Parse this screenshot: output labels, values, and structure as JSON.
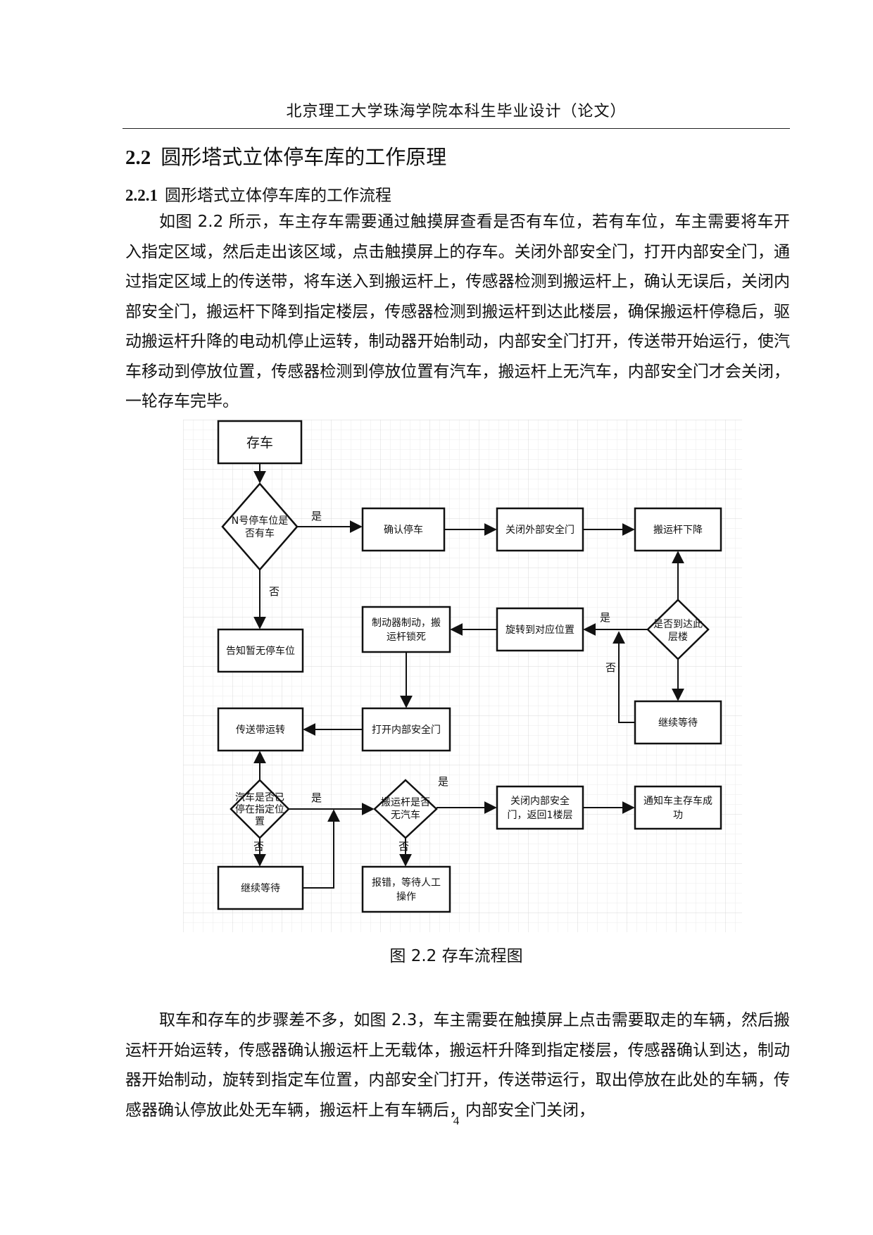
{
  "header": {
    "title": "北京理工大学珠海学院本科生毕业设计（论文）"
  },
  "section": {
    "number": "2.2",
    "title": "圆形塔式立体停车库的工作原理"
  },
  "subsection": {
    "number": "2.2.1",
    "title": "圆形塔式立体停车库的工作流程"
  },
  "paragraph1": "如图 2.2 所示，车主存车需要通过触摸屏查看是否有车位，若有车位，车主需要将车开入指定区域，然后走出该区域，点击触摸屏上的存车。关闭外部安全门，打开内部安全门，通过指定区域上的传送带，将车送入到搬运杆上，传感器检测到搬运杆上，确认无误后，关闭内部安全门，搬运杆下降到指定楼层，传感器检测到搬运杆到达此楼层，确保搬运杆停稳后，驱动搬运杆升降的电动机停止运转，制动器开始制动，内部安全门打开，传送带开始运行，使汽车移动到停放位置，传感器检测到停放位置有汽车，搬运杆上无汽车，内部安全门才会关闭，一轮存车完毕。",
  "figure": {
    "caption": "图 2.2  存车流程图",
    "nodes": {
      "start": "存车",
      "check_space_1": "N号停车位是",
      "check_space_2": "否有车",
      "confirm_park": "确认停车",
      "close_outer_door": "关闭外部安全门",
      "lift_down": "搬运杆下降",
      "notify_no_space": "告知暂无停车位",
      "brake_1": "制动器制动，搬",
      "brake_2": "运杆锁死",
      "rotate": "旋转到对应位置",
      "reached_floor_1": "是否到达此",
      "reached_floor_2": "层楼",
      "keep_waiting_1": "继续等待",
      "open_inner_door": "打开内部安全门",
      "conveyor_run": "传送带运转",
      "car_parked_1": "汽车是否已",
      "car_parked_2": "停在指定位",
      "car_parked_3": "置",
      "lift_empty_1": "搬运杆是否",
      "lift_empty_2": "无汽车",
      "close_inner_door_1": "关闭内部安全",
      "close_inner_door_2": "门，返回1楼层",
      "notify_success_1": "通知车主存车成",
      "notify_success_2": "功",
      "keep_waiting_2": "继续等待",
      "error_1": "报错，等待人工",
      "error_2": "操作"
    },
    "edge_labels": {
      "yes_1": "是",
      "no_1": "否",
      "yes_2": "是",
      "no_2": "否",
      "yes_3": "是",
      "no_3": "否",
      "yes_4": "是",
      "no_4": "否"
    }
  },
  "paragraph2": "取车和存车的步骤差不多，如图 2.3，车主需要在触摸屏上点击需要取走的车辆，然后搬运杆开始运转，传感器确认搬运杆上无载体，搬运杆升降到指定楼层，传感器确认到达，制动器开始制动，旋转到指定车位置，内部安全门打开，传送带运行，取出停放在此处的车辆，传感器确认停放此处无车辆，搬运杆上有车辆后，内部安全门关闭，",
  "page_number": "4"
}
